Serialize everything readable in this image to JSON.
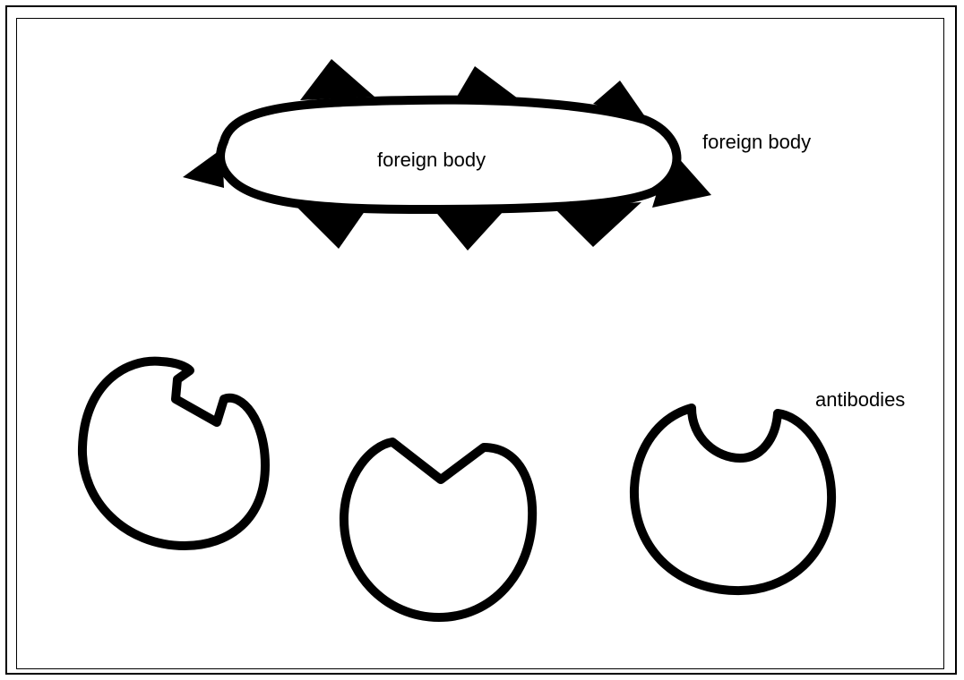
{
  "labels": {
    "foreign_body_inside": "foreign body",
    "foreign_body_side": "foreign body",
    "antibodies": "antibodies"
  },
  "colors": {
    "stroke": "#000000",
    "fill": "#ffffff",
    "spike": "#000000"
  }
}
